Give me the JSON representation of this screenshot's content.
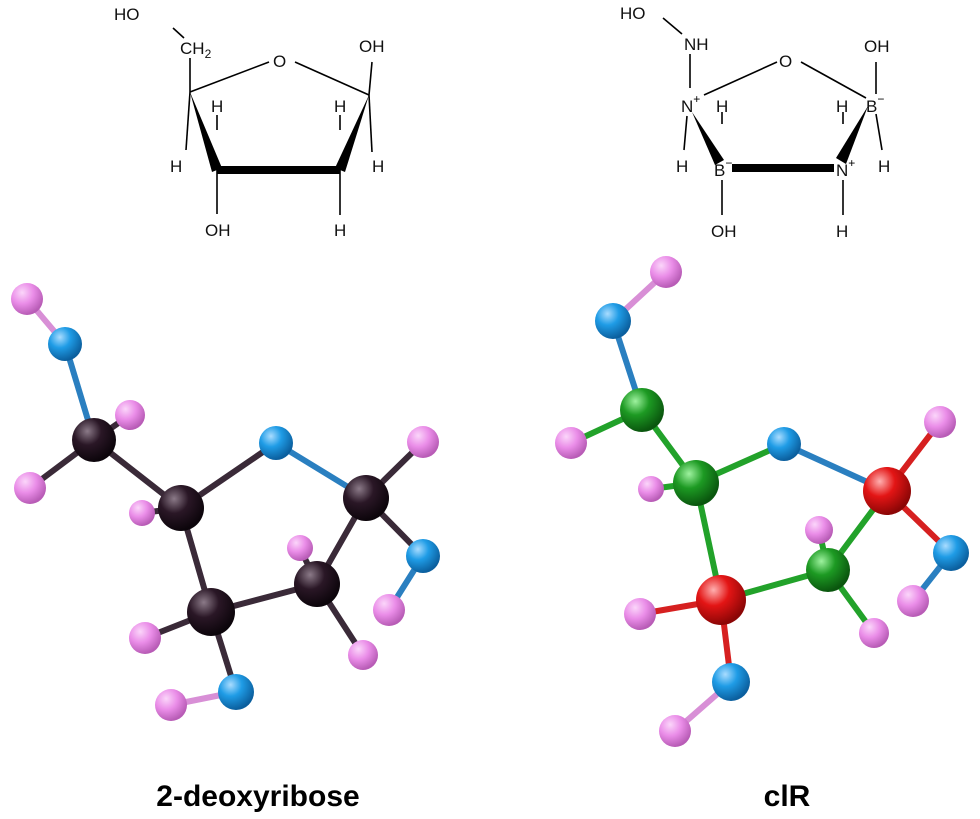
{
  "colors": {
    "bond": "#000000",
    "nitrogen": "#159a1f",
    "boron": "#e01c1c",
    "carbon_atom": "#2a1726",
    "hydrogen_atom": "#ea8de8",
    "oxygen_atom": "#1f9ce6",
    "nitrogen_atom": "#1d9a23",
    "boron_atom": "#e31515"
  },
  "left_structure": {
    "ho_top": "HO",
    "ch2": "CH",
    "ch2_sub": "2",
    "ring_o": "O",
    "oh_right": "OH",
    "h_c4_up": "H",
    "h_c1_up": "H",
    "h_c4_left": "H",
    "h_c1_right": "H",
    "oh_bottom": "OH",
    "h_bottom": "H"
  },
  "right_structure": {
    "ho_top": "HO",
    "nh": "NH",
    "ring_o": "O",
    "oh_right": "OH",
    "n_left": "N",
    "n_left_charge": "+",
    "h_n_up": "H",
    "h_b_up": "H",
    "b_right": "B",
    "b_right_charge": "−",
    "h_n_left": "H",
    "b_bottom": "B",
    "b_bottom_charge": "−",
    "n_bottom": "N",
    "n_bottom_charge": "+",
    "h_b_right": "H",
    "oh_bottom": "OH",
    "h_bottom": "H"
  },
  "captions": {
    "left": "2-deoxyribose",
    "right": "clR"
  }
}
